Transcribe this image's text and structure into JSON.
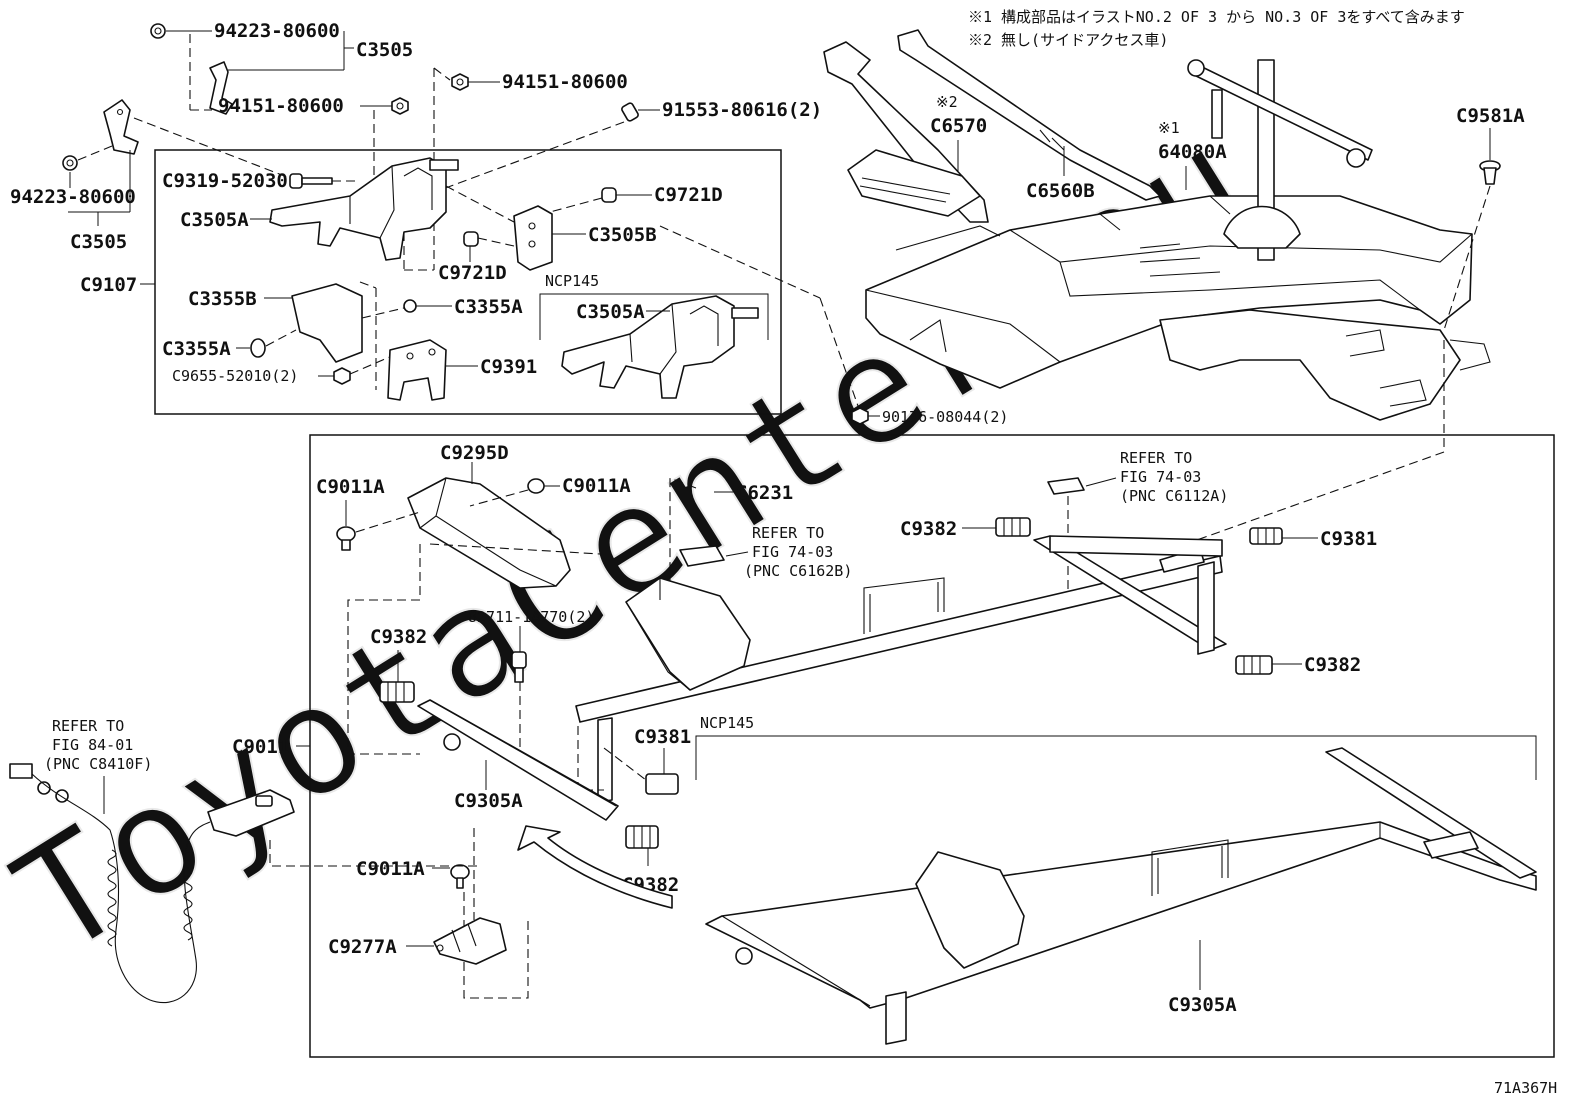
{
  "figure_code": "71A367H",
  "watermark": "ToyotaCenter.eu",
  "notes": {
    "note1": "※1 構成部品はイラストNO.2 OF 3 から NO.3 OF 3をすべて含みます",
    "note2": "※2 無し(サイドアクセス車)"
  },
  "variant_label": "NCP145",
  "labels": {
    "bolt_94223_top": "94223-80600",
    "c3505_top": "C3505",
    "nut_94151_a": "94151-80600",
    "nut_94151_b": "94151-80600",
    "bolt_91553": "91553-80616(2)",
    "c9319": "C9319-52030",
    "c9721d_a": "C9721D",
    "c3505a": "C3505A",
    "c3505b": "C3505B",
    "bolt_94223_left": "94223-80600",
    "c3505_left": "C3505",
    "c9721d_b": "C9721D",
    "c9107": "C9107",
    "c3355b": "C3355B",
    "c3355a_a": "C3355A",
    "c3355a_b": "C3355A",
    "c3505a_ncp": "C3505A",
    "c9655": "C9655-52010(2)",
    "c9391": "C9391",
    "mark2": "※2",
    "c6570": "C6570",
    "mark1": "※1",
    "p64080a": "64080A",
    "c6560b": "C6560B",
    "c9581a": "C9581A",
    "nut_90176": "90176-08044(2)",
    "c9295d": "C9295D",
    "c9011a_a": "C9011A",
    "c9011a_b": "C9011A",
    "c6231": "C6231",
    "refer_7403a_1": "REFER TO",
    "refer_7403a_2": "FIG 74-03",
    "refer_7403a_3": "(PNC C6162B)",
    "refer_7403b_1": "REFER TO",
    "refer_7403b_2": "FIG 74-03",
    "refer_7403b_3": "(PNC C6112A)",
    "c9382_a": "C9382",
    "c9381_a": "C9381",
    "c9382_b": "C9382",
    "c9382_c": "C9382",
    "p82711": "82711-1A770(2)",
    "c9011": "C9011",
    "c9381_b": "C9381",
    "c9305a_a": "C9305A",
    "c9305a_b": "C9305A",
    "refer_8401_1": "REFER TO",
    "refer_8401_2": "FIG 84-01",
    "refer_8401_3": "(PNC C8410F)",
    "c9011a_c": "C9011A",
    "c9277a": "C9277A",
    "c9382_d": "C9382"
  }
}
